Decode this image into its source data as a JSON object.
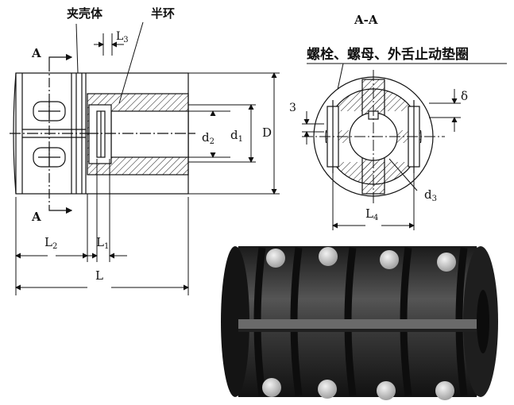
{
  "labels": {
    "shell": "夹壳体",
    "half_ring": "半环",
    "section_title": "A-A",
    "fasteners": "螺栓、螺母、外舌止动垫圈",
    "section_mark_top": "A",
    "section_mark_bottom": "A"
  },
  "dims": {
    "L": "L",
    "L1": "L1",
    "L2": "L2",
    "L3": "L3",
    "L4": "L4",
    "D": "D",
    "d1": "d1",
    "d2": "d2",
    "d3": "d3",
    "delta": "δ",
    "three": "3"
  },
  "colors": {
    "line": "#111111",
    "body_dark": "#2a2a2a",
    "body_mid": "#4a4a4a",
    "pin": "#d8d8d8"
  }
}
